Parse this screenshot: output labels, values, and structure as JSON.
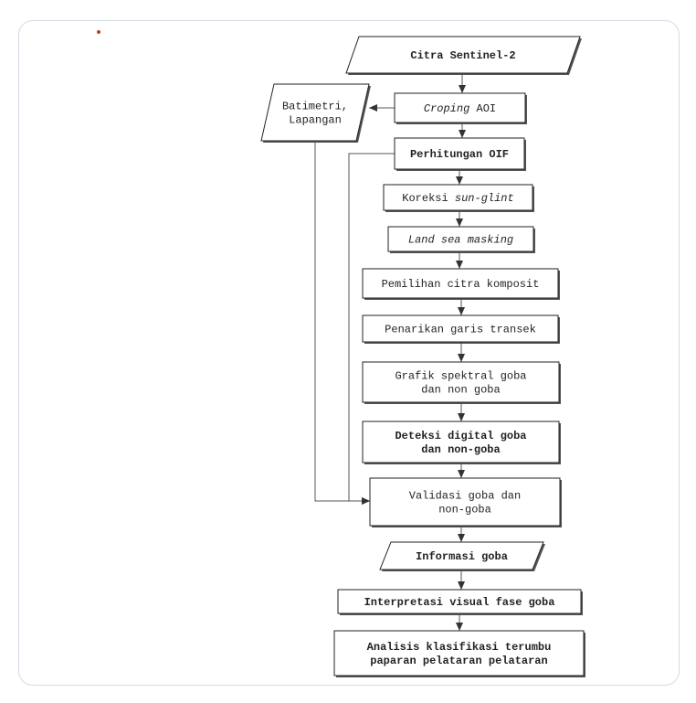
{
  "diagram": {
    "nodes": [
      {
        "id": "citra",
        "shape": "parallelogram",
        "bold": true,
        "lines": [
          [
            {
              "t": "Citra Sentinel-2"
            }
          ]
        ]
      },
      {
        "id": "croping",
        "shape": "rect",
        "lines": [
          [
            {
              "t": "Croping",
              "i": true
            },
            {
              "t": " AOI"
            }
          ]
        ]
      },
      {
        "id": "batimetri",
        "shape": "parallelogram",
        "lines": [
          [
            {
              "t": "Batimetri,"
            }
          ],
          [
            {
              "t": "Lapangan"
            }
          ]
        ]
      },
      {
        "id": "oif",
        "shape": "rect",
        "bold": true,
        "lines": [
          [
            {
              "t": "Perhitungan OIF"
            }
          ]
        ]
      },
      {
        "id": "sunglint",
        "shape": "rect",
        "lines": [
          [
            {
              "t": "Koreksi "
            },
            {
              "t": "sun-glint",
              "i": true
            }
          ]
        ]
      },
      {
        "id": "landsea",
        "shape": "rect",
        "lines": [
          [
            {
              "t": "Land sea masking",
              "i": true
            }
          ]
        ]
      },
      {
        "id": "komposit",
        "shape": "rect",
        "lines": [
          [
            {
              "t": "Pemilihan citra komposit"
            }
          ]
        ]
      },
      {
        "id": "transek",
        "shape": "rect",
        "lines": [
          [
            {
              "t": "Penarikan garis transek"
            }
          ]
        ]
      },
      {
        "id": "grafik",
        "shape": "rect",
        "lines": [
          [
            {
              "t": "Grafik spektral goba"
            }
          ],
          [
            {
              "t": "dan non goba"
            }
          ]
        ]
      },
      {
        "id": "deteksi",
        "shape": "rect",
        "bold": true,
        "lines": [
          [
            {
              "t": "Deteksi digital goba"
            }
          ],
          [
            {
              "t": "dan non-goba"
            }
          ]
        ]
      },
      {
        "id": "validasi",
        "shape": "rect",
        "lines": [
          [
            {
              "t": "Validasi goba dan"
            }
          ],
          [
            {
              "t": "non-goba"
            }
          ]
        ]
      },
      {
        "id": "informasi",
        "shape": "parallelogram",
        "bold": true,
        "lines": [
          [
            {
              "t": "Informasi goba"
            }
          ]
        ]
      },
      {
        "id": "interpretasi",
        "shape": "rect",
        "bold": true,
        "lines": [
          [
            {
              "t": "Interpretasi visual fase goba"
            }
          ]
        ]
      },
      {
        "id": "analisis",
        "shape": "rect",
        "bold": true,
        "lines": [
          [
            {
              "t": "Analisis klasifikasi terumbu"
            }
          ],
          [
            {
              "t": "paparan pelataran  pelataran"
            }
          ]
        ]
      }
    ],
    "edges": [
      {
        "from": "citra",
        "to": "croping"
      },
      {
        "from": "croping",
        "to": "batimetri"
      },
      {
        "from": "croping",
        "to": "oif"
      },
      {
        "from": "oif",
        "to": "sunglint"
      },
      {
        "from": "sunglint",
        "to": "landsea"
      },
      {
        "from": "landsea",
        "to": "komposit"
      },
      {
        "from": "komposit",
        "to": "transek"
      },
      {
        "from": "transek",
        "to": "grafik"
      },
      {
        "from": "grafik",
        "to": "deteksi"
      },
      {
        "from": "deteksi",
        "to": "validasi"
      },
      {
        "from": "oif",
        "to": "validasi"
      },
      {
        "from": "batimetri",
        "to": "validasi"
      },
      {
        "from": "validasi",
        "to": "informasi"
      },
      {
        "from": "informasi",
        "to": "interpretasi"
      },
      {
        "from": "interpretasi",
        "to": "analisis"
      }
    ]
  }
}
